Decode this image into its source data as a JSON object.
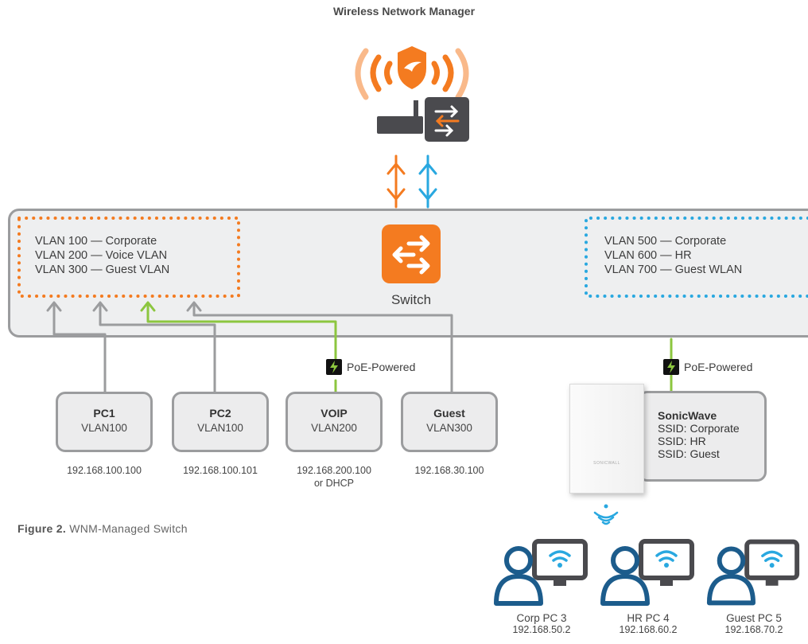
{
  "title": "Wireless Network Manager",
  "switch": {
    "label": "Switch",
    "left_vlans": [
      "VLAN 100 — Corporate",
      "VLAN 200 — Voice VLAN",
      "VLAN 300 — Guest VLAN"
    ],
    "right_vlans": [
      "VLAN 500 — Corporate",
      "VLAN 600 — HR",
      "VLAN 700 — Guest WLAN"
    ]
  },
  "poe_label": "PoE-Powered",
  "nodes": [
    {
      "name": "PC1",
      "vlan": "VLAN100",
      "ip": "192.168.100.100"
    },
    {
      "name": "PC2",
      "vlan": "VLAN100",
      "ip": "192.168.100.101"
    },
    {
      "name": "VOIP",
      "vlan": "VLAN200",
      "ip": "192.168.200.100",
      "ip2": "or DHCP"
    },
    {
      "name": "Guest",
      "vlan": "VLAN300",
      "ip": "192.168.30.100"
    }
  ],
  "sonicwave": {
    "name": "SonicWave",
    "ssids": [
      "SSID: Corporate",
      "SSID: HR",
      "SSID: Guest"
    ],
    "logo": "SONICWALL"
  },
  "clients": [
    {
      "name": "Corp PC 3",
      "ip": "192.168.50.2"
    },
    {
      "name": "HR PC 4",
      "ip": "192.168.60.2"
    },
    {
      "name": "Guest PC 5",
      "ip": "192.168.70.2"
    }
  ],
  "caption": {
    "label": "Figure 2.",
    "text": " WNM-Managed Switch"
  },
  "colors": {
    "orange": "#f47b20",
    "blue": "#29a8e0",
    "green": "#8cc63f",
    "gray": "#9b9c9e",
    "dark": "#4a4a4e",
    "person": "#1c5c8c"
  }
}
